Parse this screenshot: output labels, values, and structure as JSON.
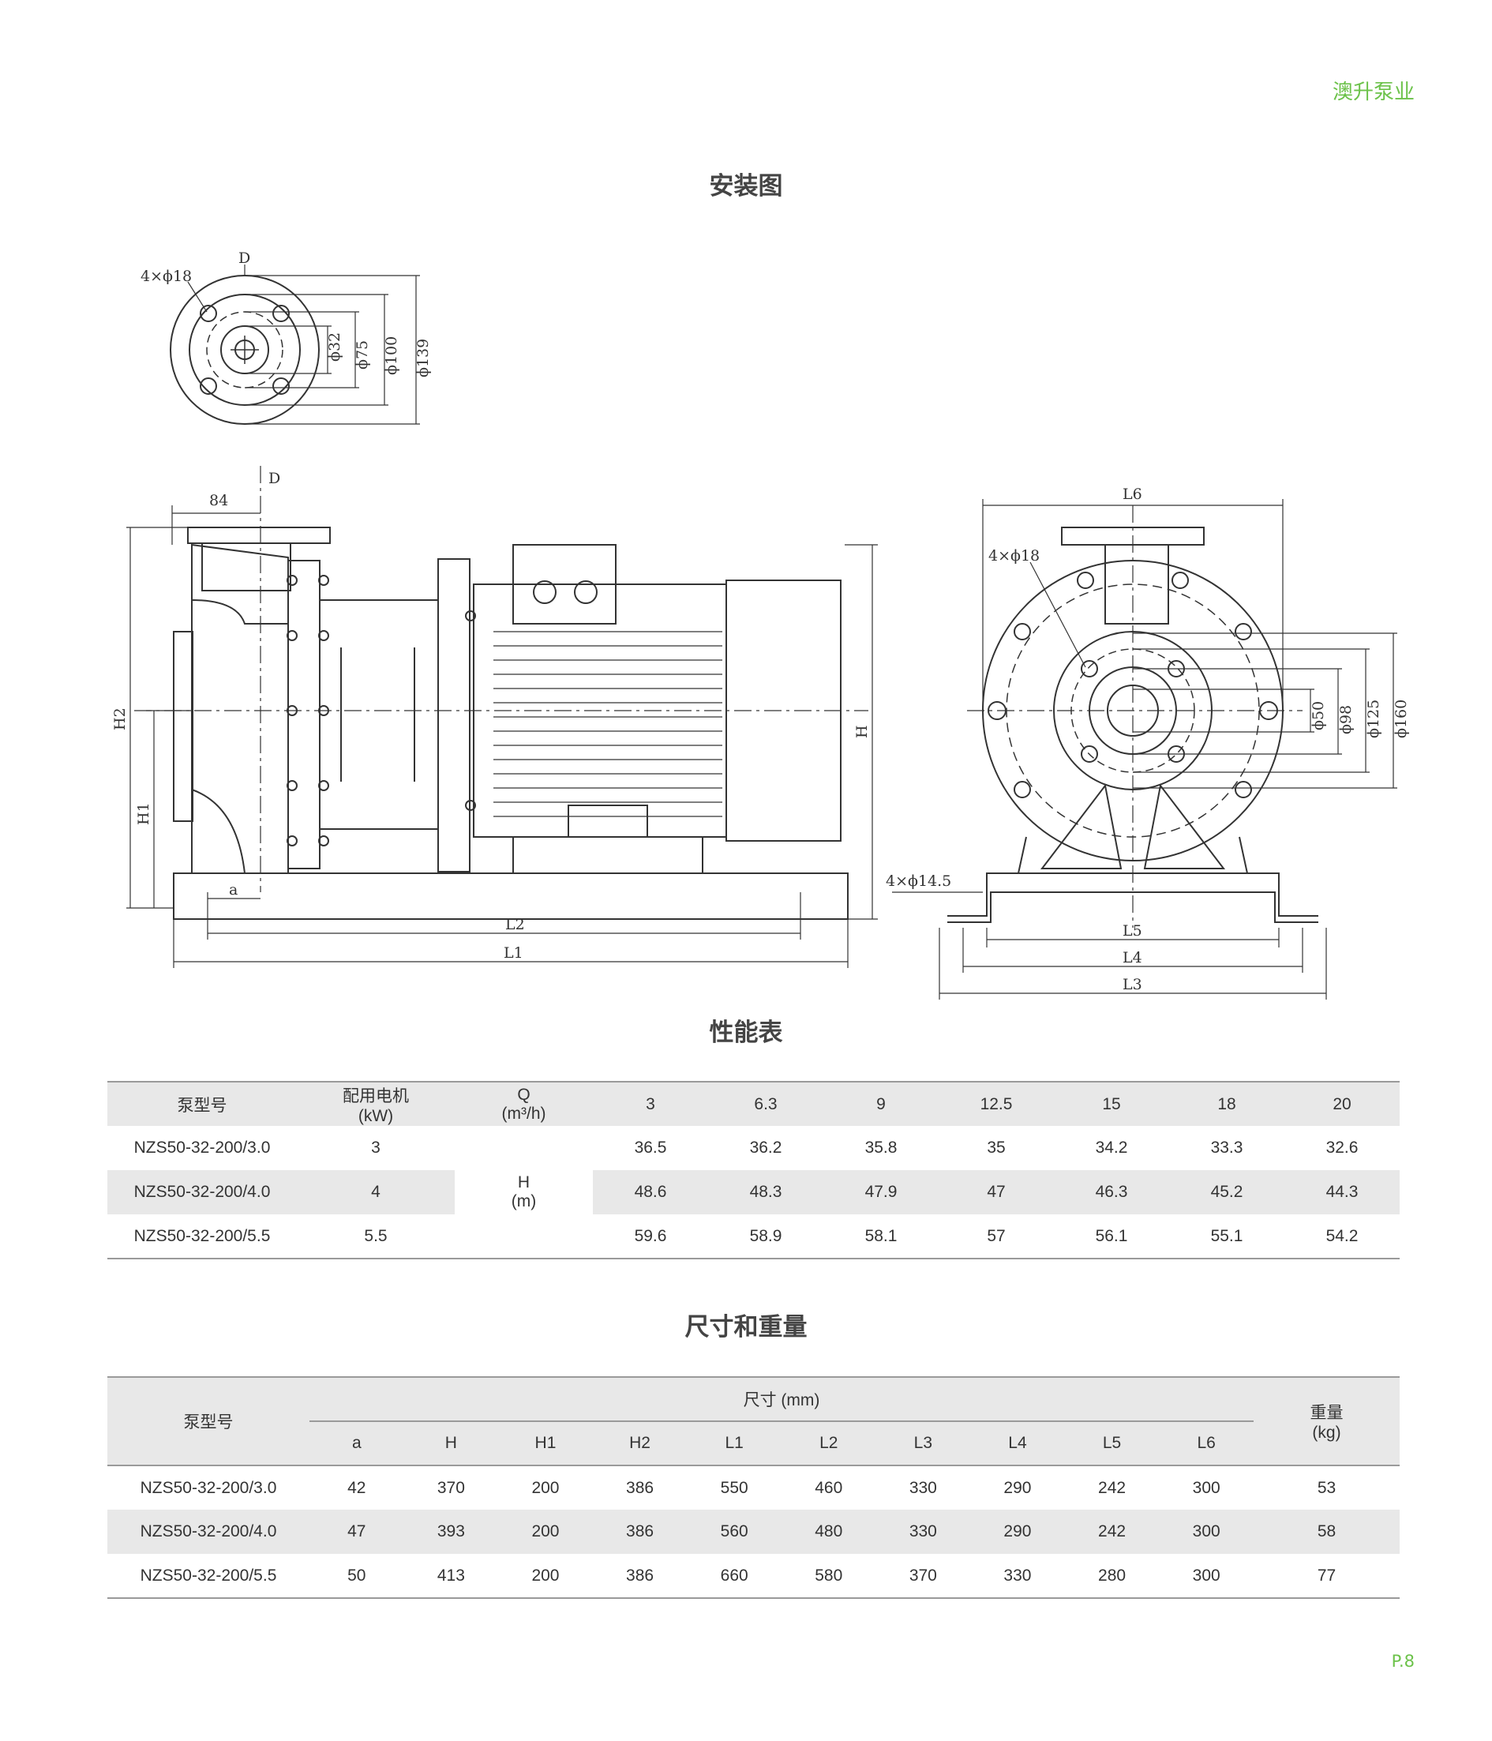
{
  "brand": "澳升泵业",
  "titles": {
    "install": "安装图",
    "performance": "性能表",
    "dimensions": "尺寸和重量"
  },
  "drawing_labels": {
    "flange_holes": "4×ϕ18",
    "D": "D",
    "d32": "ϕ32",
    "d75": "ϕ75",
    "d100": "ϕ100",
    "d139": "ϕ139",
    "w84": "84",
    "H": "H",
    "H1": "H1",
    "H2": "H2",
    "a": "a",
    "L1": "L1",
    "L2": "L2",
    "L3": "L3",
    "L4": "L4",
    "L5": "L5",
    "L6": "L6",
    "side_holes": "4×ϕ18",
    "base_holes": "4×ϕ14.5",
    "d50": "ϕ50",
    "d98": "ϕ98",
    "d125": "ϕ125",
    "d160": "ϕ160"
  },
  "performance_table": {
    "col_model": "泵型号",
    "col_motor": "配用电机",
    "col_motor_unit": "(kW)",
    "col_q": "Q",
    "col_q_unit": "(m³/h)",
    "flows": [
      "3",
      "6.3",
      "9",
      "12.5",
      "15",
      "18",
      "20"
    ],
    "h_label": "H",
    "h_unit": "(m)",
    "rows": [
      {
        "model": "NZS50-32-200/3.0",
        "motor": "3",
        "heads": [
          "36.5",
          "36.2",
          "35.8",
          "35",
          "34.2",
          "33.3",
          "32.6"
        ]
      },
      {
        "model": "NZS50-32-200/4.0",
        "motor": "4",
        "heads": [
          "48.6",
          "48.3",
          "47.9",
          "47",
          "46.3",
          "45.2",
          "44.3"
        ]
      },
      {
        "model": "NZS50-32-200/5.5",
        "motor": "5.5",
        "heads": [
          "59.6",
          "58.9",
          "58.1",
          "57",
          "56.1",
          "55.1",
          "54.2"
        ]
      }
    ]
  },
  "dimension_table": {
    "col_model": "泵型号",
    "col_size": "尺寸 (mm)",
    "col_weight": "重量",
    "col_weight_unit": "(kg)",
    "columns": [
      "a",
      "H",
      "H1",
      "H2",
      "L1",
      "L2",
      "L3",
      "L4",
      "L5",
      "L6"
    ],
    "rows": [
      {
        "model": "NZS50-32-200/3.0",
        "values": [
          "42",
          "370",
          "200",
          "386",
          "550",
          "460",
          "330",
          "290",
          "242",
          "300"
        ],
        "weight": "53"
      },
      {
        "model": "NZS50-32-200/4.0",
        "values": [
          "47",
          "393",
          "200",
          "386",
          "560",
          "480",
          "330",
          "290",
          "242",
          "300"
        ],
        "weight": "58"
      },
      {
        "model": "NZS50-32-200/5.5",
        "values": [
          "50",
          "413",
          "200",
          "386",
          "660",
          "580",
          "370",
          "330",
          "280",
          "300"
        ],
        "weight": "77"
      }
    ]
  },
  "page_number": "P.8"
}
